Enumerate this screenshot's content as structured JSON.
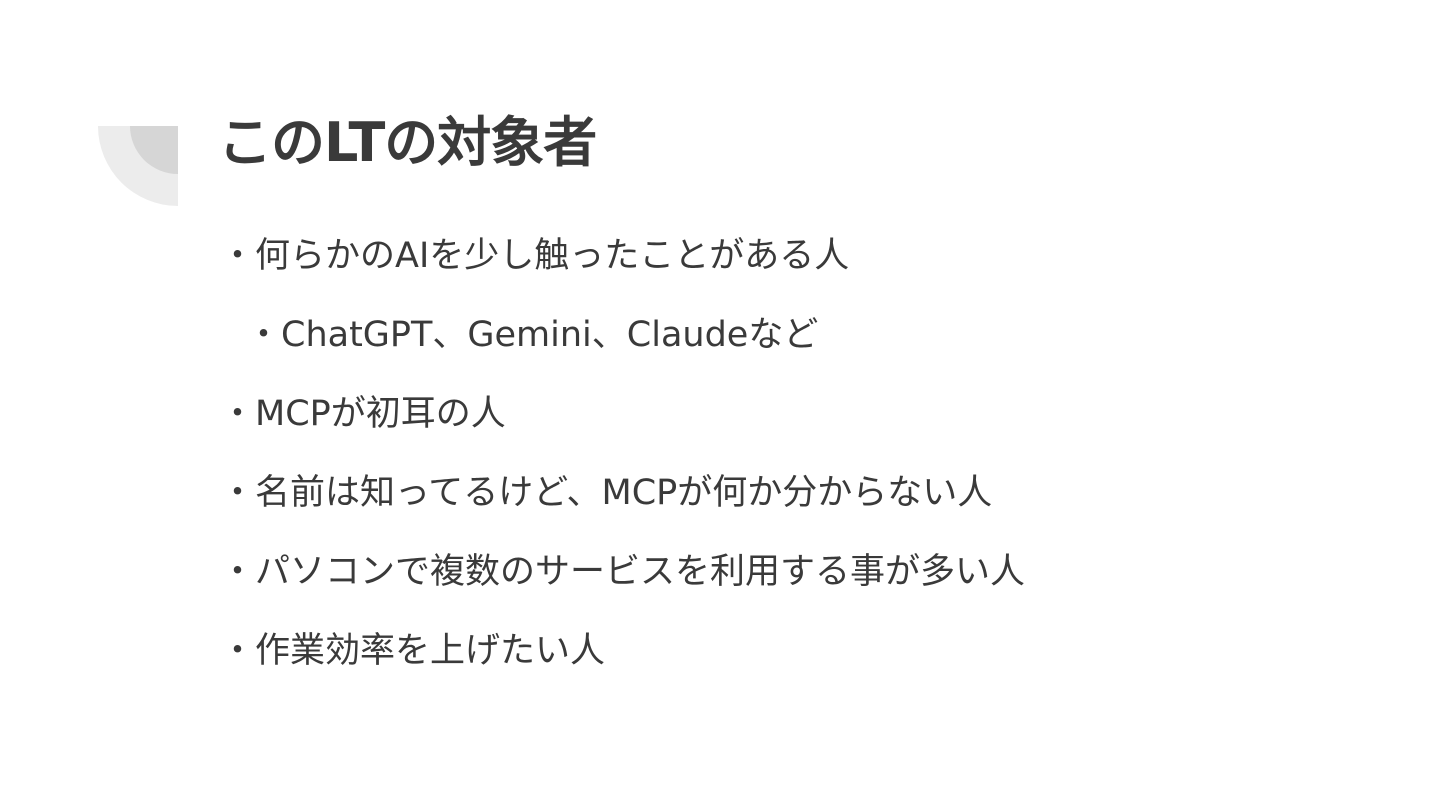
{
  "slide": {
    "title": "このLTの対象者",
    "decoration_icon": "quarter-circle-decoration",
    "colors": {
      "text": "#3a3a3a",
      "decoration_outer": "#ececec",
      "decoration_inner": "#d6d6d6"
    },
    "bullets": [
      {
        "text": "・何らかのAIを少し触ったことがある人"
      },
      {
        "text": "・ChatGPT、Gemini、Claudeなど"
      },
      {
        "text": "・MCPが初耳の人"
      },
      {
        "text": "・名前は知ってるけど、MCPが何か分からない人"
      },
      {
        "text": "・パソコンで複数のサービスを利用する事が多い人"
      },
      {
        "text": "・作業効率を上げたい人"
      }
    ]
  }
}
